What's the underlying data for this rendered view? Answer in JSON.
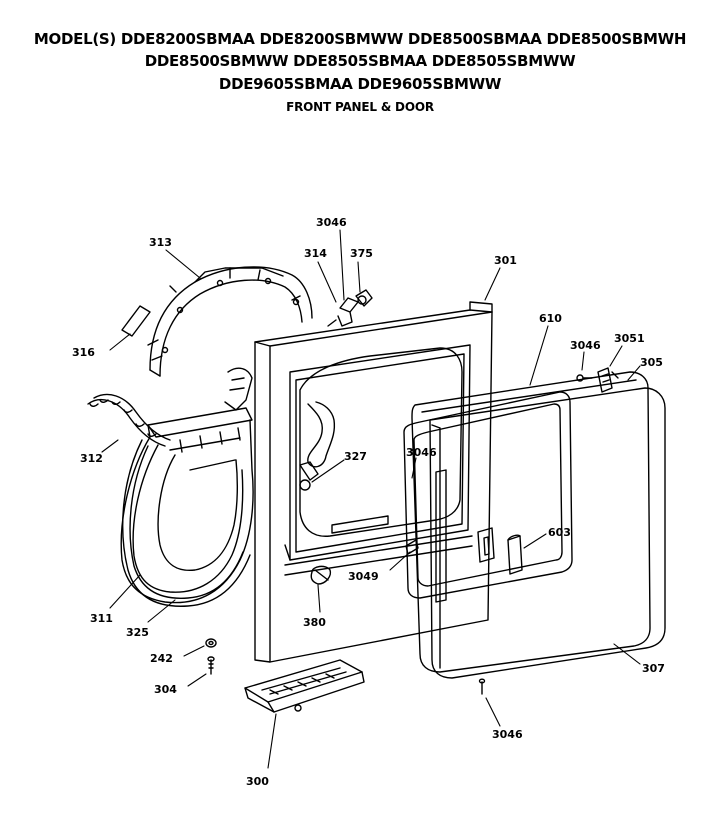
{
  "header": {
    "models_line1": "MODEL(S) DDE8200SBMAA  DDE8200SBMWW  DDE8500SBMAA  DDE8500SBMWH",
    "models_line2": "DDE8500SBMWW  DDE8505SBMAA  DDE8505SBMWW",
    "models_line3": "DDE9605SBMAA  DDE9605SBMWW",
    "subtitle": "FRONT PANEL & DOOR"
  },
  "callouts": {
    "p300": "300",
    "p301": "301",
    "p304": "304",
    "p305": "305",
    "p307": "307",
    "p311": "311",
    "p312": "312",
    "p313": "313",
    "p314": "314",
    "p316": "316",
    "p325": "325",
    "p327": "327",
    "p375": "375",
    "p380": "380",
    "p242": "242",
    "p603": "603",
    "p610": "610",
    "p3046a": "3046",
    "p3046b": "3046",
    "p3046c": "3046",
    "p3046d": "3046",
    "p3049": "3049",
    "p3051": "3051"
  }
}
